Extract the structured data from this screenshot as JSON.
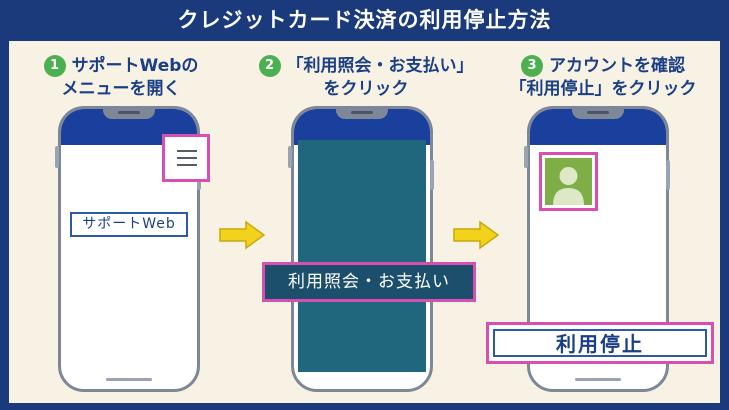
{
  "title": "クレジットカード決済の利用停止方法",
  "steps": [
    {
      "num": "1",
      "line1": "サポートWebの",
      "line2": "メニューを開く"
    },
    {
      "num": "2",
      "line1": "「利用照会・お支払い」",
      "line2": "をクリック"
    },
    {
      "num": "3",
      "line1": "アカウントを確認",
      "line2": "「利用停止」をクリック"
    }
  ],
  "phone1": {
    "support_label": "サポートWeb",
    "menu_icon": "hamburger-menu-icon"
  },
  "phone2": {
    "button_label": "利用照会・お支払い"
  },
  "phone3": {
    "button_label": "利用停止",
    "avatar_icon": "user-avatar-icon"
  },
  "colors": {
    "frame": "#1a3a7c",
    "panel": "#f7f2e4",
    "highlight": "#d84fb2",
    "step_badge": "#4caf50",
    "arrow": "#f2d21b",
    "teal": "#20667d"
  }
}
